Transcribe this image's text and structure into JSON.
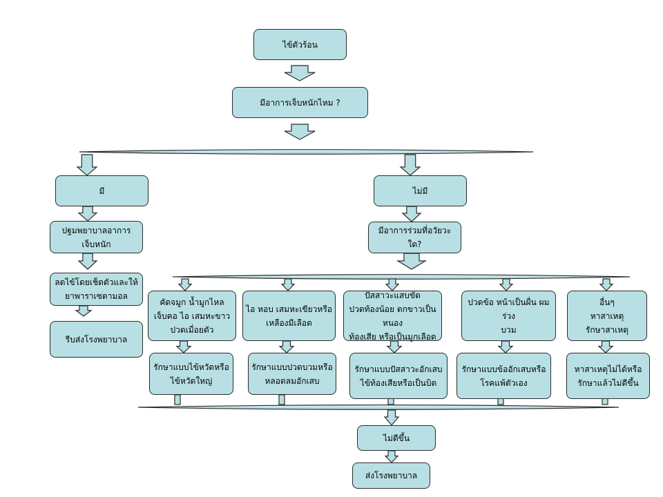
{
  "flowchart": {
    "start": "ไข้ตัวร้อน",
    "question1": "มีอาการเจ็บหนักไหม ?",
    "yes": "มี",
    "no": "ไม่มี",
    "yes_step1": "ปฐมพยาบาลอาการ\nเจ็บหนัก",
    "yes_step2": "ลดไข้โดยเช็ดตัวและให้\nยาพาราเซตามอล",
    "yes_step3": "รีบส่งโรงพยาบาล",
    "question2": "มีอาการร่วมที่อวัยวะใด?",
    "symptoms": [
      "คัดจมูก น้ำมูกไหล\nเจ็บคอ ไอ เสมหะขาว\nปวดเมื่อยตัว",
      "ไอ หอบ เสมหะเขียวหรือ\nเหลืองมีเลือด",
      "ปัสสาวะแสบขัด\nปวดท้องน้อย ตกขาวเป็นหนอง\nท้องเสีย หรือเป็นมูกเลือด",
      "ปวดข้อ หน้าเป็นผื่น ผมร่วง\nบวม",
      "อื่นๆ\nหาสาเหตุ\nรักษาสาเหตุ"
    ],
    "treatments": [
      "รักษาแบบไข้หวัดหรือ\nไข้หวัดใหญ่",
      "รักษาแบบปวดบวมหรือ\nหลอดลมอักเสบ",
      "รักษาแบบปัสสาวะอักเสบ\nไข้ท้องเสียหรือเป็นบิด",
      "รักษาแบบข้ออักเสบหรือ\nโรคแพ้ตัวเอง",
      "หาสาเหตุไม่ได้หรือ\nรักษาแล้วไม่ดีขึ้น"
    ],
    "not_better": "ไม่ดีขึ้น",
    "hospital": "ส่งโรงพยาบาล"
  }
}
